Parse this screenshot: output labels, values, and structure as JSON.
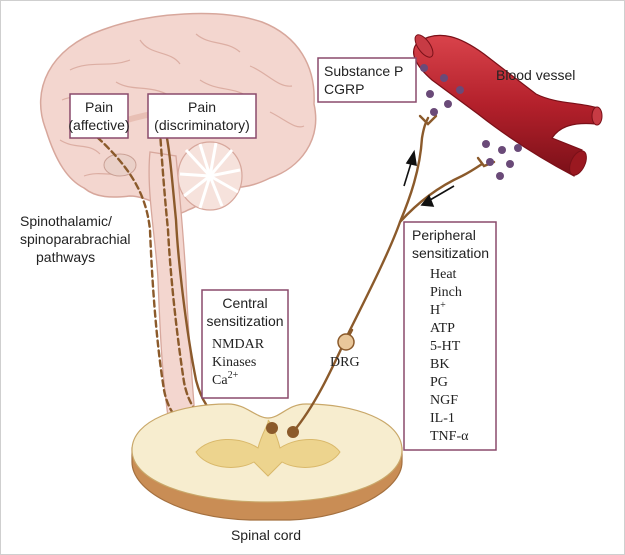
{
  "labels": {
    "pain_affective": [
      "Pain",
      "(affective)"
    ],
    "pain_discriminatory": [
      "Pain",
      "(discriminatory)"
    ],
    "pathways": [
      "Spinothalamic/",
      "spinoparabrachial",
      "pathways"
    ],
    "central_title": [
      "Central",
      "sensitization"
    ],
    "central_items": [
      "NMDAR",
      "Kinases",
      "Ca2+"
    ],
    "substance": [
      "Substance P",
      "CGRP"
    ],
    "blood_vessel": "Blood vessel",
    "peripheral_title": [
      "Peripheral",
      "sensitization"
    ],
    "peripheral_items": [
      "Heat",
      "Pinch",
      "H+",
      "ATP",
      "5-HT",
      "BK",
      "PG",
      "NGF",
      "IL-1",
      "TNF-α"
    ],
    "drg": "DRG",
    "spinal_cord": "Spinal cord"
  },
  "colors": {
    "brain_fill": "#f3d6cf",
    "brain_stroke": "#d7a79c",
    "box_border": "#8a4a6c",
    "nerve": "#8b5a2b",
    "vessel": "#b3202b",
    "vessel_dark": "#7a1018",
    "dots": "#6a4a78",
    "cord_fill": "#f7edcf",
    "cord_gray": "#edd48e",
    "cord_side": "#c98d55"
  }
}
